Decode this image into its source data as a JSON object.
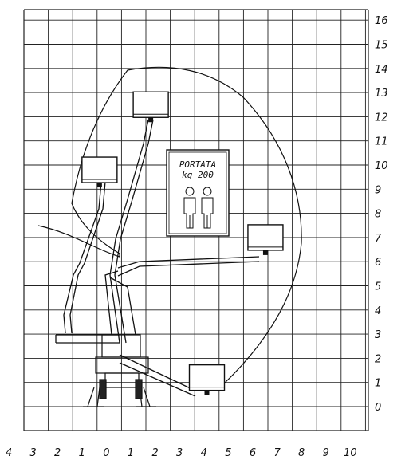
{
  "diagram": {
    "type": "working-range-chart",
    "x_ticks": [
      "4",
      "3",
      "2",
      "1",
      "0",
      "1",
      "2",
      "3",
      "4",
      "5",
      "6",
      "7",
      "8",
      "9",
      "10"
    ],
    "y_ticks": [
      "0",
      "1",
      "2",
      "3",
      "4",
      "5",
      "6",
      "7",
      "8",
      "9",
      "10",
      "11",
      "12",
      "13",
      "14",
      "15",
      "16"
    ],
    "grid": true,
    "capacity_sign": {
      "line1": "PORTATA",
      "line2": "kg 200",
      "icon": "two-persons-icon"
    },
    "baskets": [
      {
        "name": "basket-top",
        "x": 1.2,
        "y": 12.5
      },
      {
        "name": "basket-upper-left",
        "x": -0.9,
        "y": 9.8
      },
      {
        "name": "basket-right",
        "x": 5.9,
        "y": 7.0
      },
      {
        "name": "basket-bottom",
        "x": 3.5,
        "y": 1.2
      }
    ]
  }
}
